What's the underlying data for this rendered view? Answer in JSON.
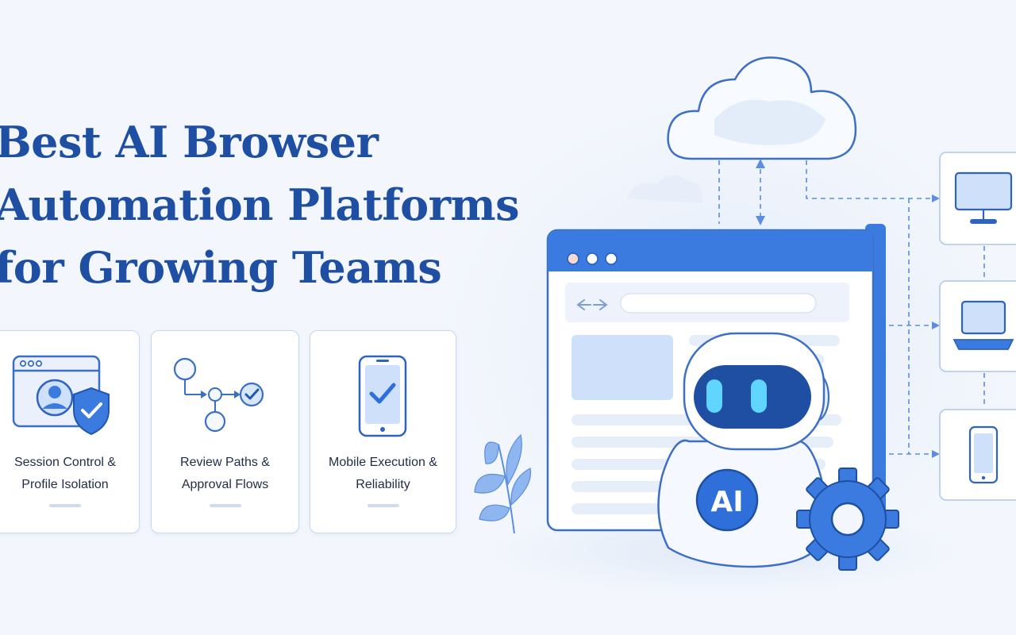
{
  "headline": {
    "line1": "Best AI Browser",
    "line2": "Automation Platforms",
    "line3": "for Growing Teams"
  },
  "cards": [
    {
      "line1": "Session Control &",
      "line2": "Profile Isolation",
      "icon": "browser-profile-shield-icon"
    },
    {
      "line1": "Review Paths &",
      "line2": "Approval Flows",
      "icon": "workflow-nodes-icon"
    },
    {
      "line1": "Mobile Execution &",
      "line2": "Reliability",
      "icon": "smartphone-check-icon"
    }
  ],
  "robot": {
    "badge": "AI"
  },
  "devices": [
    "desktop-monitor-icon",
    "laptop-icon",
    "smartphone-icon"
  ],
  "colors": {
    "accent": "#1e4fa3",
    "primary": "#3b7be0",
    "light": "#cfe0fb",
    "card_border": "#c9d8ef",
    "background": "#f3f7fd"
  }
}
